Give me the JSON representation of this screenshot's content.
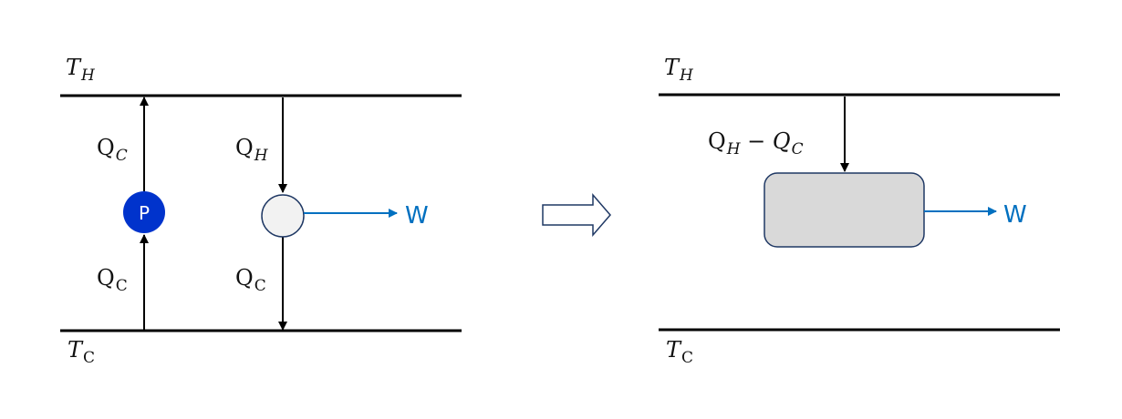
{
  "left": {
    "hot_label": {
      "main": "T",
      "sub": "H"
    },
    "cold_label": {
      "main": "T",
      "sub": "C"
    },
    "pump_letter": "P",
    "pump_in": {
      "main": "Q",
      "sub": "C"
    },
    "pump_out": {
      "main": "Q",
      "sub": "C"
    },
    "engine_in": {
      "main": "Q",
      "sub": "H"
    },
    "engine_out": {
      "main": "Q",
      "sub": "C"
    },
    "work": "W"
  },
  "right": {
    "hot_label": {
      "main": "T",
      "sub": "H"
    },
    "cold_label": {
      "main": "T",
      "sub": "C"
    },
    "net_heat": {
      "q1": "Q",
      "s1": "H",
      "minus": " − ",
      "q2": "Q",
      "s2": "C"
    },
    "work": "W"
  },
  "colors": {
    "pump": "#0033cc",
    "work_arrow": "#0070c0",
    "engine_fill": "#f2f2f2",
    "box_fill": "#d9d9d9",
    "outline": "#1f3864"
  }
}
